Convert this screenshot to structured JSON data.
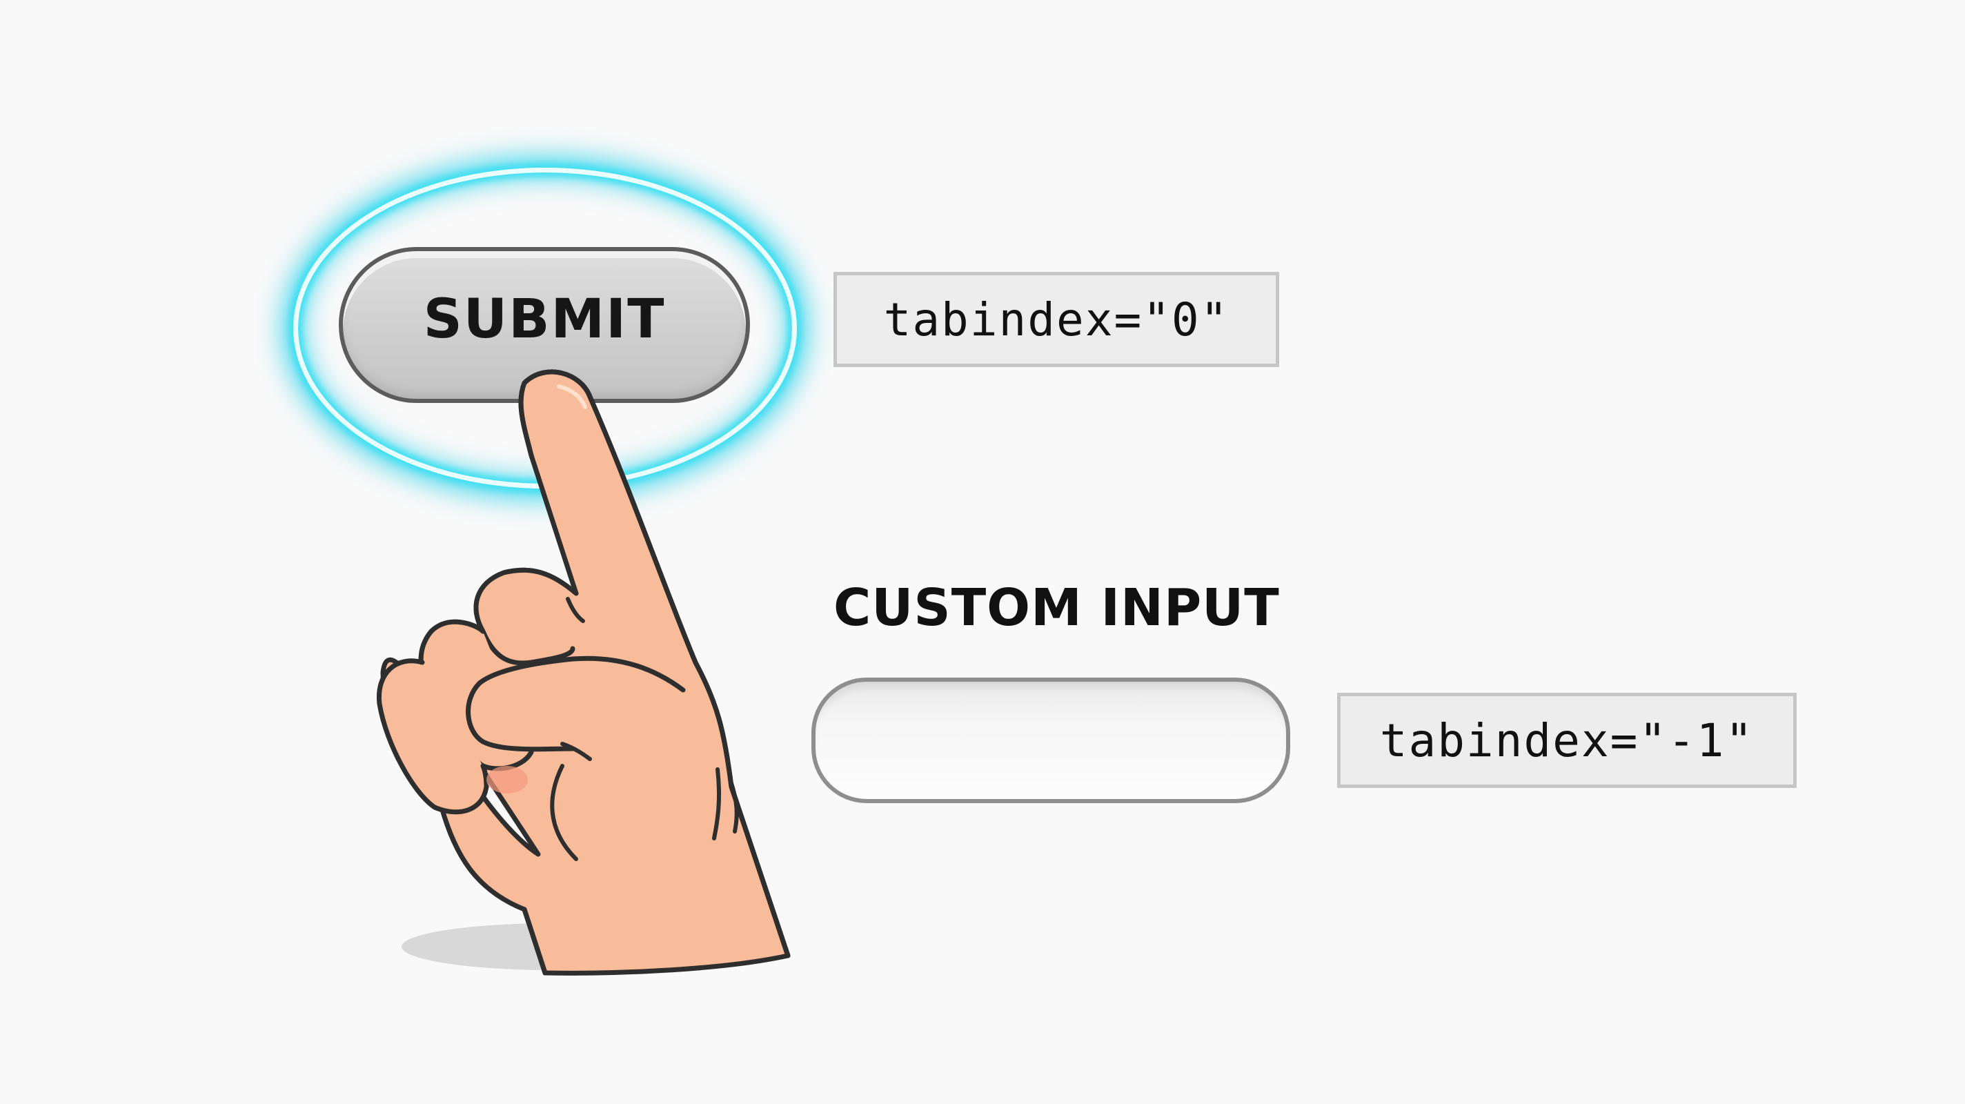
{
  "submit_button": {
    "label": "SUBMIT"
  },
  "submit_tabindex": {
    "text": "tabindex=\"0\""
  },
  "custom_input": {
    "label": "CUSTOM INPUT",
    "value": ""
  },
  "custom_input_tabindex": {
    "text": "tabindex=\"-1\""
  },
  "colors": {
    "focus_glow": "#3fe0f2",
    "skin": "#f8bc9a",
    "outline": "#2e2e2e",
    "background": "#f9f9f9"
  },
  "icons": {
    "hand": "pointing-hand-icon"
  }
}
